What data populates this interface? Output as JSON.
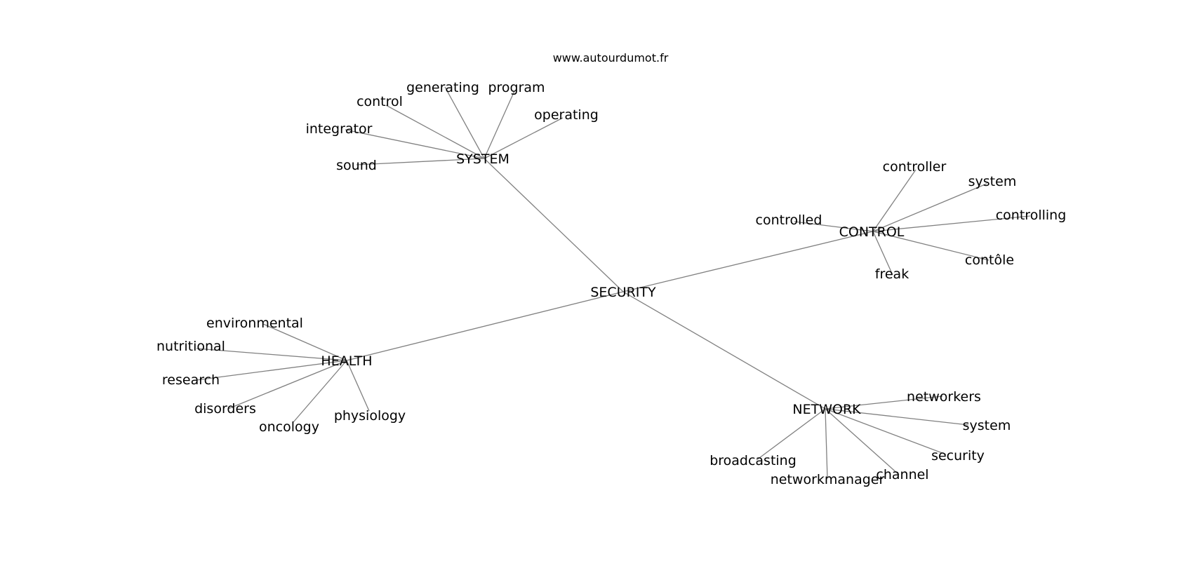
{
  "credit": "www.autourdumot.fr",
  "colors": {
    "edge": "#808080",
    "text": "#000000",
    "background": "#ffffff"
  },
  "graph": {
    "root": {
      "label": "SECURITY",
      "children": [
        {
          "label": "SYSTEM",
          "children": [
            "generating",
            "program",
            "control",
            "operating",
            "integrator",
            "sound"
          ]
        },
        {
          "label": "CONTROL",
          "children": [
            "controller",
            "system",
            "controlled",
            "controlling",
            "contôle",
            "freak"
          ]
        },
        {
          "label": "HEALTH",
          "children": [
            "environmental",
            "nutritional",
            "research",
            "disorders",
            "oncology",
            "physiology"
          ]
        },
        {
          "label": "NETWORK",
          "children": [
            "networkers",
            "system",
            "security",
            "broadcasting",
            "channel",
            "networkmanager"
          ]
        }
      ]
    }
  }
}
